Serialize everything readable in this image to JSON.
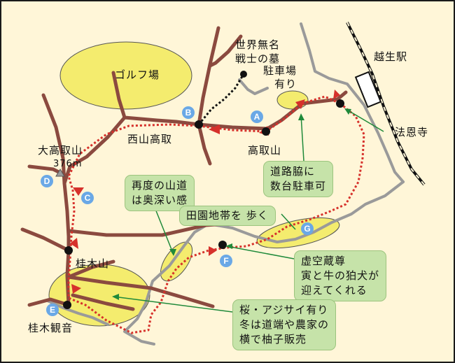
{
  "places": {
    "golf": "ゴルフ場",
    "grave": "世界無名\n戦士の墓",
    "parking": "駐車場\n有り",
    "station": "越生駅",
    "temple": "法恩寺",
    "nishiyama": "西山高取",
    "takatori": "高取山",
    "otakatori": "大高取山",
    "elevation": "376m",
    "katsuragi": "桂木山",
    "kannon": "桂木観音"
  },
  "notes": {
    "roadside": "道路脇に\n数台駐車可",
    "mountain_path": "再度の山道\nは奥深い感",
    "farmland": "田園地帯を 歩く",
    "kokuzo": "虚空蔵尊\n寅と牛の狛犬が\n迎えてくれる",
    "sakura": "桜・アジサイ有り\n冬は道端や農家の\n横で柚子販売"
  },
  "points": [
    "A",
    "B",
    "C",
    "D",
    "E",
    "F",
    "G"
  ],
  "colors": {
    "background": "#fff6d8",
    "road": "#8b4a3f",
    "route": "#d6312b",
    "point": "#6aa8e6",
    "note": "#c6e3a9",
    "highlight": "#f4ec6e",
    "river": "#9a9a9a"
  }
}
